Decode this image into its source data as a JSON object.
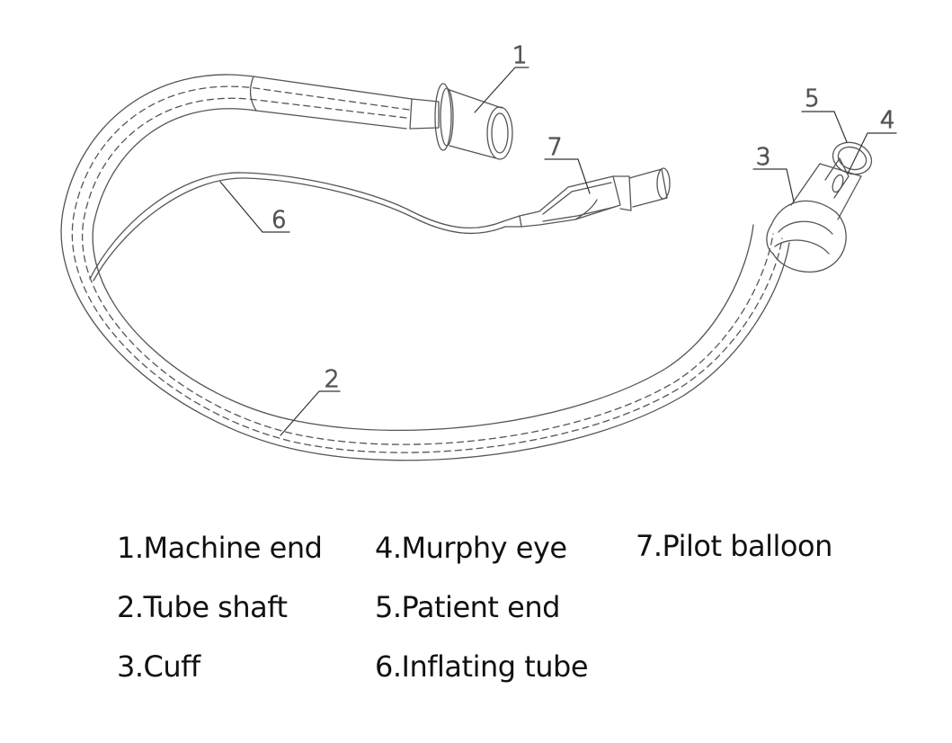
{
  "callouts": {
    "c1": "1",
    "c2": "2",
    "c3": "3",
    "c4": "4",
    "c5": "5",
    "c6": "6",
    "c7": "7"
  },
  "legend": {
    "item1": "1.Machine end",
    "item2": "2.Tube shaft",
    "item3": "3.Cuff",
    "item4": "4.Murphy eye",
    "item5": "5.Patient end",
    "item6": "6.Inflating tube",
    "item7": "7.Pilot balloon"
  }
}
